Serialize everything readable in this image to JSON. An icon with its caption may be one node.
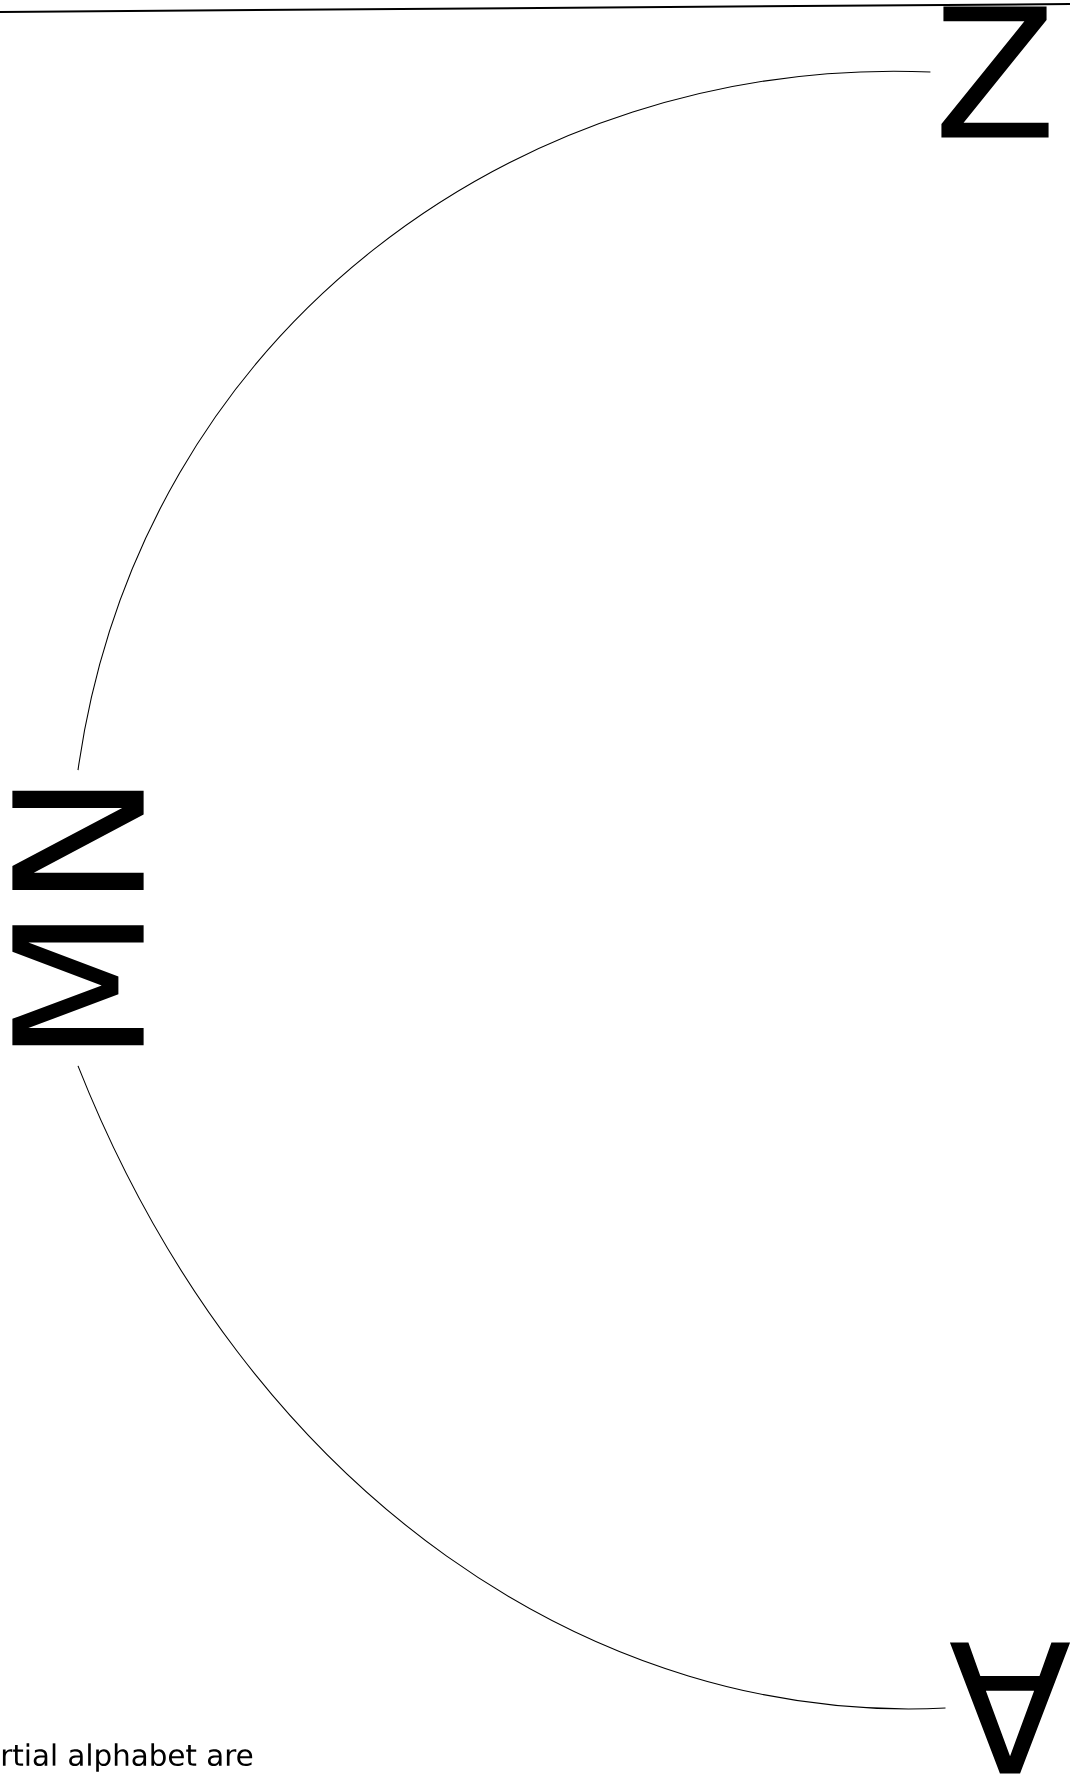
{
  "diagram": {
    "nodes": [
      {
        "text": [
          "Z"
        ]
      },
      {
        "text": [
          "MN"
        ]
      },
      {
        "text": [
          "A"
        ]
      }
    ],
    "edges": [
      {
        "from": 0,
        "to": 1,
        "arrow": "none"
      },
      {
        "from": 1,
        "to": 2,
        "arrow": "none"
      }
    ],
    "labels": [
      "rtial alphabet are"
    ]
  }
}
